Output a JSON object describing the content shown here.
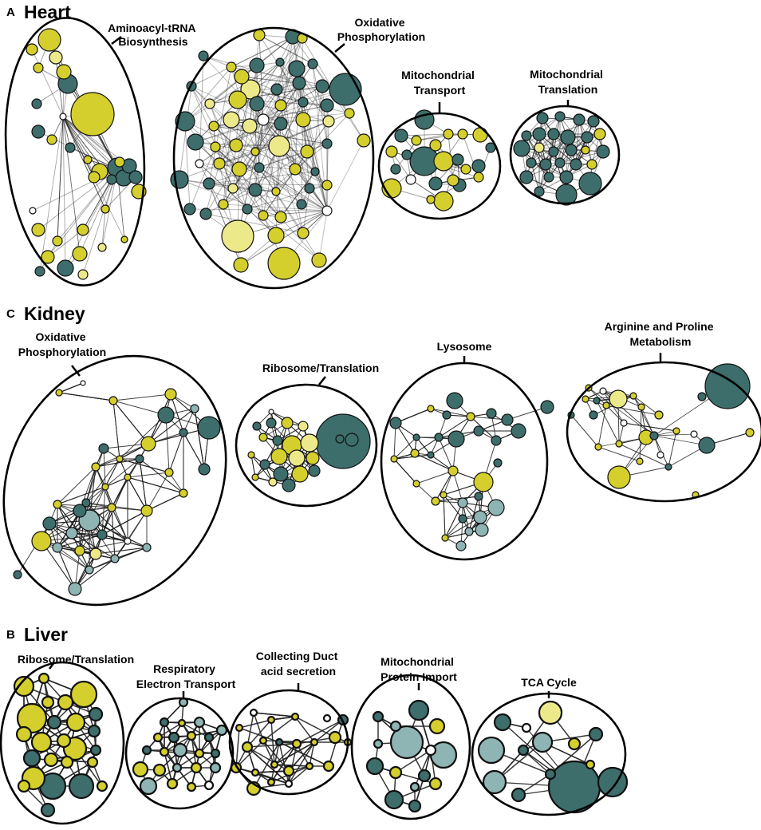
{
  "colors": {
    "yellow": "#d4cf2c",
    "pale_yellow": "#ece98a",
    "dark_teal": "#3d6e6b",
    "light_teal": "#8eb4b3",
    "white": "#ffffff"
  },
  "panels": [
    {
      "letter": "A",
      "title": "Heart",
      "clusters": [
        {
          "label_lines": [
            "Aminoacyl-tRNA",
            "Biosynthesis"
          ]
        },
        {
          "label_lines": [
            "Oxidative",
            "Phosphorylation"
          ]
        },
        {
          "label_lines": [
            "Mitochondrial",
            "Transport"
          ]
        },
        {
          "label_lines": [
            "Mitochondrial",
            "Translation"
          ]
        }
      ]
    },
    {
      "letter": "C",
      "title": "Kidney",
      "clusters": [
        {
          "label_lines": [
            "Oxidative",
            "Phosphorylation"
          ]
        },
        {
          "label_lines": [
            "Ribosome/Translation"
          ]
        },
        {
          "label_lines": [
            "Lysosome"
          ]
        },
        {
          "label_lines": [
            "Arginine and Proline",
            "Metabolism"
          ]
        }
      ]
    },
    {
      "letter": "B",
      "title": "Liver",
      "clusters": [
        {
          "label_lines": [
            "Ribosome/Translation"
          ]
        },
        {
          "label_lines": [
            "Respiratory",
            "Electron Transport"
          ]
        },
        {
          "label_lines": [
            "Collecting Duct",
            "acid secretion"
          ]
        },
        {
          "label_lines": [
            "Mitochondrial",
            "Protein Import"
          ]
        },
        {
          "label_lines": [
            "TCA Cycle"
          ]
        }
      ]
    }
  ]
}
